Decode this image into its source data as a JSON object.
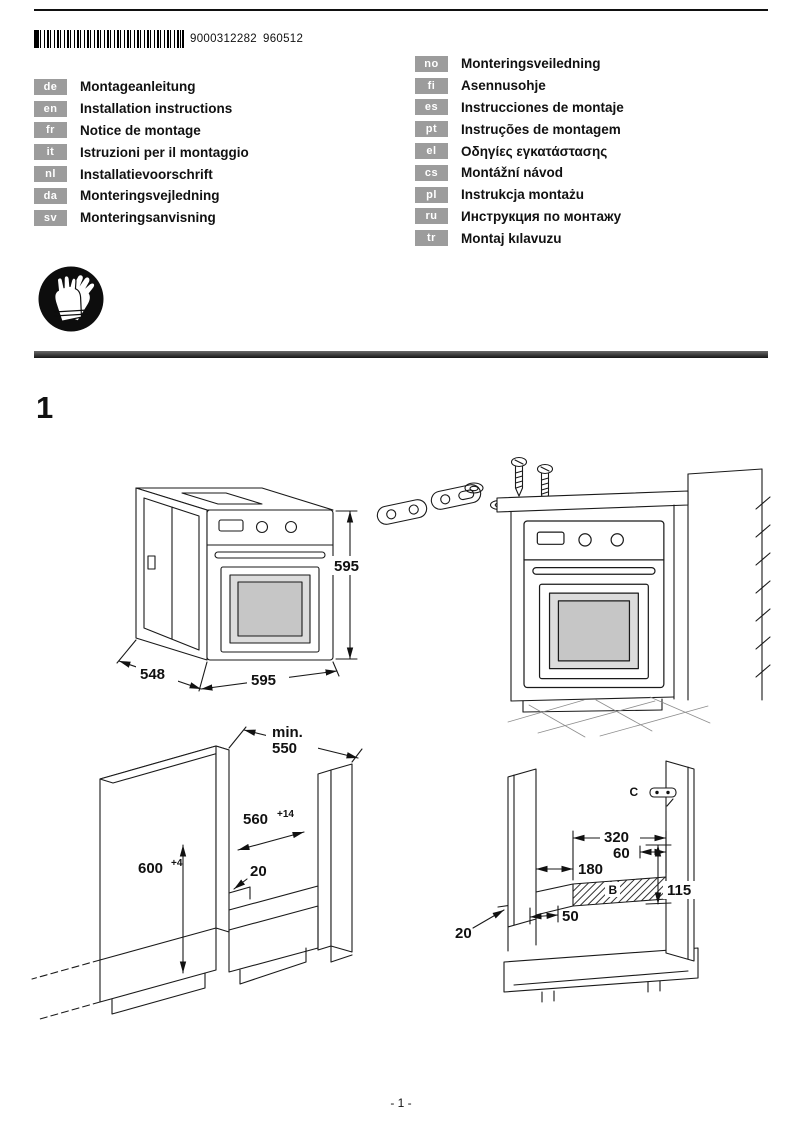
{
  "header": {
    "barcode_number": "9000312282",
    "print_code": "960512"
  },
  "icons": {
    "badge": "protective-gloves-icon"
  },
  "colors": {
    "lang_badge_bg": "#9c9c9c",
    "divider_bar": "#2e2e2e"
  },
  "languages_left": [
    {
      "code": "de",
      "title": "Montageanleitung"
    },
    {
      "code": "en",
      "title": "Installation instructions"
    },
    {
      "code": "fr",
      "title": "Notice de montage"
    },
    {
      "code": "it",
      "title": "Istruzioni per il montaggio"
    },
    {
      "code": "nl",
      "title": "Installatievoorschrift"
    },
    {
      "code": "da",
      "title": "Monteringsvejledning"
    },
    {
      "code": "sv",
      "title": "Monteringsanvisning"
    }
  ],
  "languages_right": [
    {
      "code": "no",
      "title": "Monteringsveiledning"
    },
    {
      "code": "fi",
      "title": "Asennusohje"
    },
    {
      "code": "es",
      "title": "Instrucciones de montaje"
    },
    {
      "code": "pt",
      "title": "Instruções de montagem"
    },
    {
      "code": "el",
      "title": "Οδηγίες εγκατάστασης"
    },
    {
      "code": "cs",
      "title": "Montážní návod"
    },
    {
      "code": "pl",
      "title": "Instrukcja montażu"
    },
    {
      "code": "ru",
      "title": "Инструкция по монтажу"
    },
    {
      "code": "tr",
      "title": "Montaj kılavuzu"
    }
  ],
  "section": {
    "number": "1"
  },
  "figure1": {
    "oven": {
      "height": "595",
      "depth": "548",
      "width": "595"
    },
    "niche": {
      "min_label": "min.",
      "min_width": "550",
      "depth": "560",
      "depth_tolerance": "+14",
      "height": "600",
      "height_tolerance": "+4",
      "rear_gap": "20"
    },
    "rear_detail": {
      "dim_320": "320",
      "dim_60": "60",
      "dim_180": "180",
      "dim_115": "115",
      "dim_50": "50",
      "dim_20": "20",
      "label_b": "B",
      "label_c": "C"
    }
  },
  "page": {
    "footer_page_number": "- 1 -"
  }
}
